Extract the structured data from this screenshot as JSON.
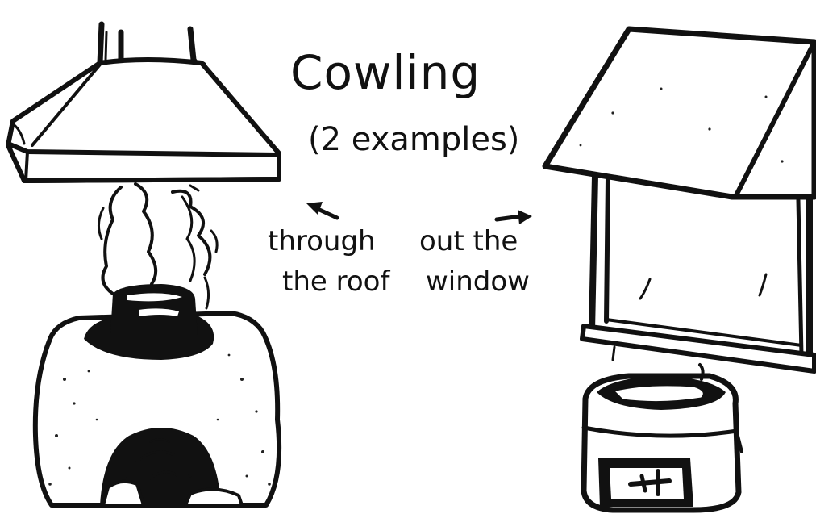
{
  "title": "Cowling",
  "subtitle": "(2 examples)",
  "examples": [
    {
      "line1": "through",
      "line2": "the roof"
    },
    {
      "line1": "out the",
      "line2": "window"
    }
  ]
}
